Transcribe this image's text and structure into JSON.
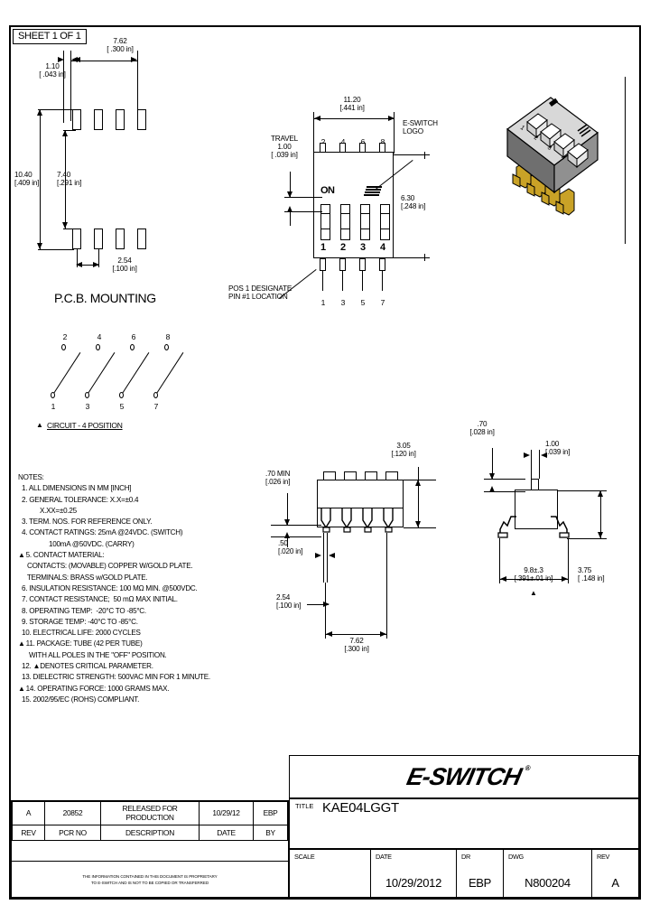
{
  "sheet": {
    "tag": "SHEET 1 OF 1"
  },
  "pcb_view": {
    "title": "P.C.B. MOUNTING",
    "dim_width_top": "7.62\n[ .300 in]",
    "dim_pad_width": "1.10\n[ .043 in]",
    "dim_outer_height": "10.40\n[.409 in]",
    "dim_inner_height": "7.40\n[.291 in]",
    "dim_pitch": "2.54\n[.100 in]"
  },
  "circuit_view": {
    "title": "CIRCUIT - 4 POSITION",
    "top_pins": [
      "2",
      "4",
      "6",
      "8"
    ],
    "bottom_pins": [
      "1",
      "3",
      "5",
      "7"
    ]
  },
  "front_view": {
    "dim_width": "11.20\n[.441 in]",
    "dim_height": "6.30\n[.248 in]",
    "travel_label": "TRAVEL\n1.00\n[ .039 in]",
    "logo_callout": "E-SWITCH\nLOGO",
    "pos1_callout": "POS 1 DESIGNATE\nPIN #1 LOCATION",
    "on_label": "ON",
    "switch_numbers": [
      "1",
      "2",
      "3",
      "4"
    ],
    "top_pins": [
      "2",
      "4",
      "6",
      "8"
    ],
    "bottom_pins": [
      "1",
      "3",
      "5",
      "7"
    ]
  },
  "side_view": {
    "dim_standoff": ".70 MIN\n[.026 in]",
    "dim_body_height": "3.05\n[.120 in]",
    "dim_lead_width": ".50\n[.020 in]",
    "dim_pitch": "2.54\n[.100 in]",
    "dim_span": "7.62\n[.300 in]"
  },
  "end_view": {
    "dim_actuator_height": ".70\n[.028 in]",
    "dim_actuator_width": "1.00\n[.039 in]",
    "dim_span": "9.8±.3\n[.391±.01 in]",
    "dim_height": "3.75\n[ .148 in]"
  },
  "notes": {
    "heading": "NOTES:",
    "items": [
      {
        "tri": false,
        "num": "1.",
        "text": "ALL DIMENSIONS IN MM [INCH]"
      },
      {
        "tri": false,
        "num": "2.",
        "text": "GENERAL TOLERANCE: X.X=±0.4"
      },
      {
        "tri": false,
        "num": "",
        "text": "          X.XX=±0.25",
        "indent": true
      },
      {
        "tri": false,
        "num": "3.",
        "text": "TERM. NOS. FOR REFERENCE ONLY."
      },
      {
        "tri": false,
        "num": "4.",
        "text": "CONTACT RATINGS: 25mA @24VDC. (SWITCH)"
      },
      {
        "tri": false,
        "num": "",
        "text": "               100mA @50VDC. (CARRY)",
        "indent": true
      },
      {
        "tri": true,
        "num": "5.",
        "text": "CONTACT MATERIAL:"
      },
      {
        "tri": false,
        "num": "",
        "text": "   CONTACTS: (MOVABLE) COPPER W/GOLD PLATE.",
        "indent": true
      },
      {
        "tri": false,
        "num": "",
        "text": "   TERMINALS: BRASS w/GOLD PLATE.",
        "indent": true
      },
      {
        "tri": false,
        "num": "6.",
        "text": "INSULATION RESISTANCE: 100 MΩ MIN. @500VDC."
      },
      {
        "tri": false,
        "num": "7.",
        "text": "CONTACT RESISTANCE;  50 mΩ MAX INITIAL."
      },
      {
        "tri": false,
        "num": "8.",
        "text": "OPERATING TEMP:  -20°C TO -85°C."
      },
      {
        "tri": false,
        "num": "9.",
        "text": "STORAGE TEMP: -40°C TO -85°C."
      },
      {
        "tri": false,
        "num": "10.",
        "text": "ELECTRICAL LIFE: 2000 CYCLES"
      },
      {
        "tri": true,
        "num": "11.",
        "text": "PACKAGE: TUBE (42 PER TUBE)"
      },
      {
        "tri": false,
        "num": "",
        "text": "    WITH ALL POLES IN THE \"OFF\" POSITION.",
        "indent": true
      },
      {
        "tri": false,
        "num": "12.",
        "text": "▲DENOTES CRITICAL PARAMETER."
      },
      {
        "tri": false,
        "num": "13.",
        "text": "DIELECTRIC STRENGTH: 500VAC MIN FOR 1 MINUTE."
      },
      {
        "tri": true,
        "num": "14.",
        "text": "OPERATING FORCE: 1000 GRAMS MAX."
      },
      {
        "tri": false,
        "num": "15.",
        "text": "2002/95/EC (ROHS) COMPLIANT."
      }
    ]
  },
  "revision_block": {
    "rows": [
      {
        "rev": "A",
        "pcr_no": "20852",
        "description": "RELEASED FOR PRODUCTION",
        "date": "10/29/12",
        "by": "EBP"
      }
    ],
    "headers": {
      "rev": "REV",
      "pcr_no": "PCR NO",
      "description": "DESCRIPTION",
      "date": "DATE",
      "by": "BY"
    },
    "proprietary_line1": "THE INFORMATION CONTAINED IN THIS DOCUMENT IS PROPRIETARY",
    "proprietary_line2": "TO E-SWITCH AND IS NOT TO BE COPIED OR TRANSFERRED"
  },
  "title_block": {
    "logo_text": "E-SWITCH",
    "logo_reg": "®",
    "title_key": "TITLE",
    "title_value": "KAE04LGGT",
    "scale_key": "SCALE",
    "scale_value": "",
    "date_key": "DATE",
    "date_value": "10/29/2012",
    "dr_key": "DR",
    "dr_value": "EBP",
    "dwg_key": "DWG",
    "dwg_value": "N800204",
    "rev_key": "REV",
    "rev_value": "A"
  },
  "colors": {
    "line": "#000000",
    "paper": "#ffffff",
    "gold_terminal": "#c9a227",
    "body_gray": "#8a8a8a"
  }
}
